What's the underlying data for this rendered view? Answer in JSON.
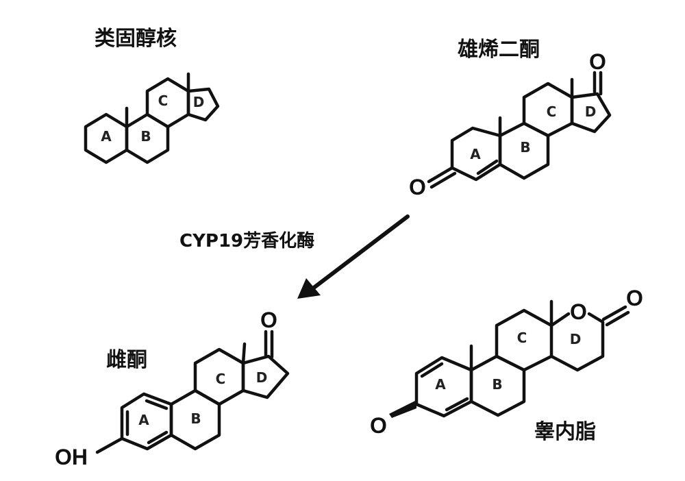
{
  "compounds": {
    "steroid_nucleus": {
      "name": "类固醇核",
      "rings": [
        "A",
        "B",
        "C",
        "D"
      ]
    },
    "androstenedione": {
      "name": "雄烯二酮",
      "rings": [
        "A",
        "B",
        "C",
        "D"
      ],
      "atoms": [
        "O",
        "O"
      ]
    },
    "estrone": {
      "name": "雌酮",
      "rings": [
        "A",
        "B",
        "C",
        "D"
      ],
      "atoms": [
        "O",
        "OH"
      ]
    },
    "testolactone": {
      "name": "睾内脂",
      "rings": [
        "A",
        "B",
        "C",
        "D"
      ],
      "atoms": [
        "O",
        "O",
        "O"
      ]
    }
  },
  "reaction": {
    "enzyme": "CYP19芳香化酶"
  },
  "colors": {
    "ink": "#111111"
  }
}
